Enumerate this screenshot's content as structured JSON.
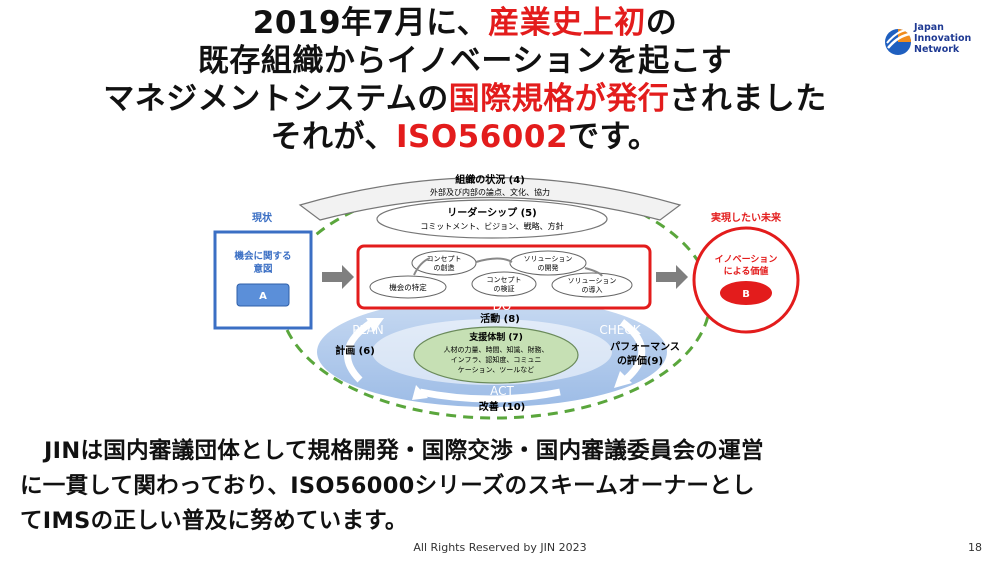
{
  "title": {
    "line1_a": "2019年7月に、",
    "line1_b": "産業史上初",
    "line1_c": "の",
    "line2": "既存組織からイノベーションを起こす",
    "line3_a": "マネジメントシステムの",
    "line3_b": "国際規格が発行",
    "line3_c": "されました",
    "line4_a": "それが、",
    "line4_b": "ISO56002",
    "line4_c": "です。"
  },
  "logo": {
    "line1": "Japan",
    "line2": "Innovation",
    "line3": "Network",
    "icon": "jin-logo-icon"
  },
  "diagram": {
    "context_title": "組織の状況 (4)",
    "context_sub": "外部及び内部の論点、文化、協力",
    "leadership_title": "リーダーシップ (5)",
    "leadership_sub": "コミットメント、ビジョン、戦略、方針",
    "current_label": "現状",
    "current_box": "機会に関する\n意図",
    "current_box_l1": "機会に関する",
    "current_box_l2": "意図",
    "current_btn": "A",
    "future_label": "実現したい未来",
    "future_l1": "イノベーション",
    "future_l2": "による価値",
    "future_btn": "B",
    "proc_1": "機会の特定",
    "proc_2_l1": "コンセプト",
    "proc_2_l2": "の創造",
    "proc_3_l1": "コンセプト",
    "proc_3_l2": "の検証",
    "proc_4_l1": "ソリューション",
    "proc_4_l2": "の開発",
    "proc_5_l1": "ソリューション",
    "proc_5_l2": "の導入",
    "do": "DO",
    "plan": "PLAN",
    "check": "CHECK",
    "act": "ACT",
    "activity": "活動 (8)",
    "plan_jp": "計画 (6)",
    "check_jp_l1": "パフォーマンス",
    "check_jp_l2": "の評価(9)",
    "act_jp": "改善 (10)",
    "support_title": "支援体制 (7)",
    "support_l1": "人材の力量、時間、知識、財務、",
    "support_l2": "インフラ、認知度、コミュニ",
    "support_l3": "ケーション、ツールなど"
  },
  "body": {
    "line1": "JINは国内審議団体として規格開発・国際交渉・国内審議委員会の運営",
    "line2": "に一貫して関わっており、ISO56000シリーズのスキームオーナーとし",
    "line3": "てIMSの正しい普及に努めています。"
  },
  "footer": "All Rights Reserved by JIN 2023",
  "page_number": "18",
  "colors": {
    "red": "#e31c1c",
    "blue": "#3b6fc4",
    "green_dash": "#5aa63c"
  }
}
